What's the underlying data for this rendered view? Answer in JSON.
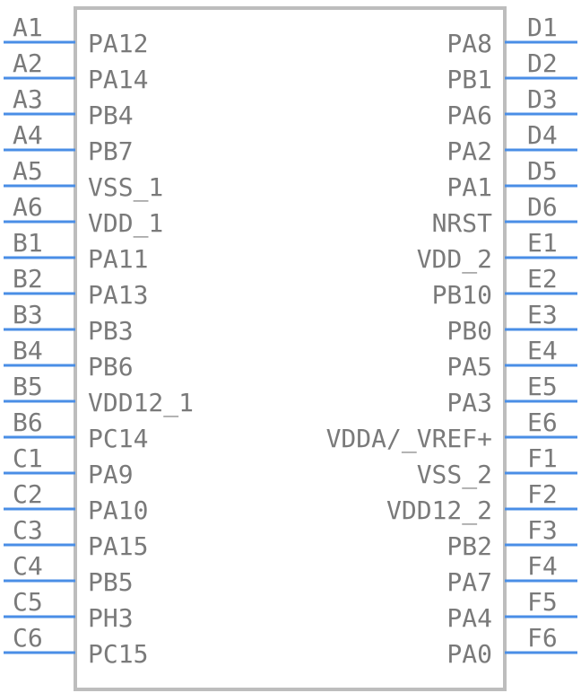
{
  "diagram": {
    "colors": {
      "pin": "#4a8ee6",
      "text": "#7a7a7a",
      "outline": "#bdbdbd"
    },
    "left_pins": [
      {
        "num": "A1",
        "name": "PA12"
      },
      {
        "num": "A2",
        "name": "PA14"
      },
      {
        "num": "A3",
        "name": "PB4"
      },
      {
        "num": "A4",
        "name": "PB7"
      },
      {
        "num": "A5",
        "name": "VSS_1"
      },
      {
        "num": "A6",
        "name": "VDD_1"
      },
      {
        "num": "B1",
        "name": "PA11"
      },
      {
        "num": "B2",
        "name": "PA13"
      },
      {
        "num": "B3",
        "name": "PB3"
      },
      {
        "num": "B4",
        "name": "PB6"
      },
      {
        "num": "B5",
        "name": "VDD12_1"
      },
      {
        "num": "B6",
        "name": "PC14"
      },
      {
        "num": "C1",
        "name": "PA9"
      },
      {
        "num": "C2",
        "name": "PA10"
      },
      {
        "num": "C3",
        "name": "PA15"
      },
      {
        "num": "C4",
        "name": "PB5"
      },
      {
        "num": "C5",
        "name": "PH3"
      },
      {
        "num": "C6",
        "name": "PC15"
      }
    ],
    "right_pins": [
      {
        "num": "D1",
        "name": "PA8"
      },
      {
        "num": "D2",
        "name": "PB1"
      },
      {
        "num": "D3",
        "name": "PA6"
      },
      {
        "num": "D4",
        "name": "PA2"
      },
      {
        "num": "D5",
        "name": "PA1"
      },
      {
        "num": "D6",
        "name": "NRST"
      },
      {
        "num": "E1",
        "name": "VDD_2"
      },
      {
        "num": "E2",
        "name": "PB10"
      },
      {
        "num": "E3",
        "name": "PB0"
      },
      {
        "num": "E4",
        "name": "PA5"
      },
      {
        "num": "E5",
        "name": "PA3"
      },
      {
        "num": "E6",
        "name": "VDDA/_VREF+"
      },
      {
        "num": "F1",
        "name": "VSS_2"
      },
      {
        "num": "F2",
        "name": "VDD12_2"
      },
      {
        "num": "F3",
        "name": "PB2"
      },
      {
        "num": "F4",
        "name": "PA7"
      },
      {
        "num": "F5",
        "name": "PA4"
      },
      {
        "num": "F6",
        "name": "PA0"
      }
    ]
  }
}
